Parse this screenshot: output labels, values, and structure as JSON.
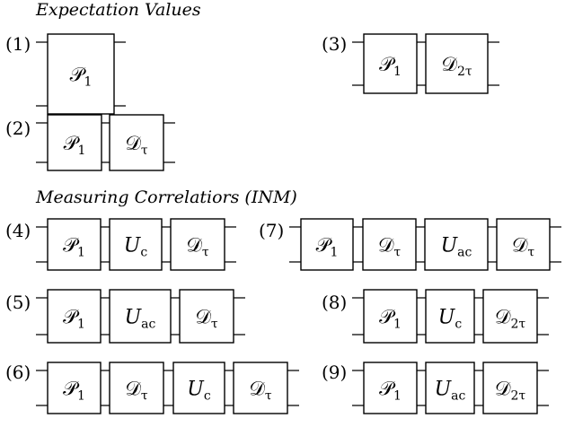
{
  "headings": {
    "expectation": "Expectation Values",
    "correlators": "Measuring Correlatiors (INM)"
  },
  "circuits": [
    {
      "id": "1",
      "label": "(1)",
      "gates": [
        {
          "sym": "P",
          "sub": "1"
        }
      ]
    },
    {
      "id": "2",
      "label": "(2)",
      "gates": [
        {
          "sym": "P",
          "sub": "1"
        },
        {
          "sym": "D",
          "sub": "τ"
        }
      ]
    },
    {
      "id": "3",
      "label": "(3)",
      "gates": [
        {
          "sym": "P",
          "sub": "1"
        },
        {
          "sym": "D",
          "sub": "2τ"
        }
      ]
    },
    {
      "id": "4",
      "label": "(4)",
      "gates": [
        {
          "sym": "P",
          "sub": "1"
        },
        {
          "sym": "U",
          "sub": "c"
        },
        {
          "sym": "D",
          "sub": "τ"
        }
      ]
    },
    {
      "id": "5",
      "label": "(5)",
      "gates": [
        {
          "sym": "P",
          "sub": "1"
        },
        {
          "sym": "U",
          "sub": "ac"
        },
        {
          "sym": "D",
          "sub": "τ"
        }
      ]
    },
    {
      "id": "6",
      "label": "(6)",
      "gates": [
        {
          "sym": "P",
          "sub": "1"
        },
        {
          "sym": "D",
          "sub": "τ"
        },
        {
          "sym": "U",
          "sub": "c"
        },
        {
          "sym": "D",
          "sub": "τ"
        }
      ]
    },
    {
      "id": "7",
      "label": "(7)",
      "gates": [
        {
          "sym": "P",
          "sub": "1"
        },
        {
          "sym": "D",
          "sub": "τ"
        },
        {
          "sym": "U",
          "sub": "ac"
        },
        {
          "sym": "D",
          "sub": "τ"
        }
      ]
    },
    {
      "id": "8",
      "label": "(8)",
      "gates": [
        {
          "sym": "P",
          "sub": "1"
        },
        {
          "sym": "U",
          "sub": "c"
        },
        {
          "sym": "D",
          "sub": "2τ"
        }
      ]
    },
    {
      "id": "9",
      "label": "(9)",
      "gates": [
        {
          "sym": "P",
          "sub": "1"
        },
        {
          "sym": "U",
          "sub": "ac"
        },
        {
          "sym": "D",
          "sub": "2τ"
        }
      ]
    }
  ]
}
